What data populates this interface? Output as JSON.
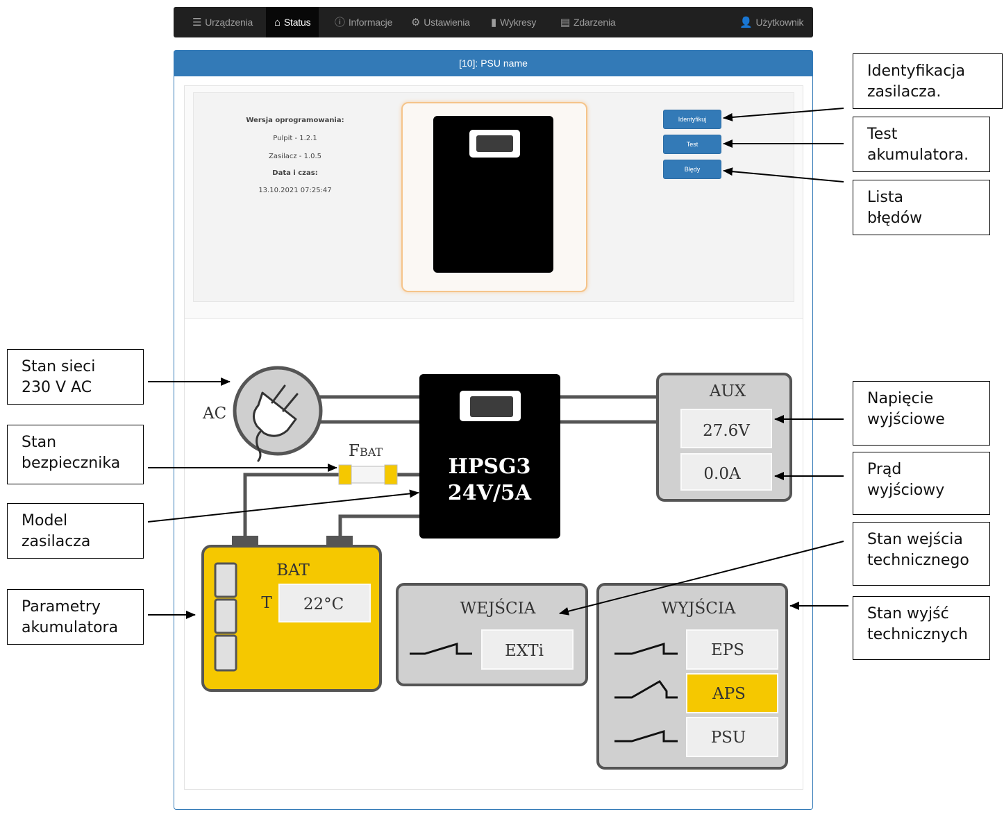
{
  "nav": {
    "items": [
      {
        "label": "Urządzenia",
        "icon": "list-icon"
      },
      {
        "label": "Status",
        "icon": "home-icon"
      },
      {
        "label": "Informacje",
        "icon": "info-icon"
      },
      {
        "label": "Ustawienia",
        "icon": "gear-icon"
      },
      {
        "label": "Wykresy",
        "icon": "bar-chart-icon"
      },
      {
        "label": "Zdarzenia",
        "icon": "document-icon"
      }
    ],
    "active": "Status",
    "user_label": "Użytkownik"
  },
  "panel": {
    "title": "[10]: PSU name",
    "firmware_heading": "Wersja oprogramowania:",
    "panel_version": "Pulpit - 1.2.1",
    "psu_version": "Zasilacz - 1.0.5",
    "datetime_heading": "Data i czas:",
    "datetime": "13.10.2021 07:25:47",
    "buttons": {
      "identify": "Identyfikuj",
      "test": "Test",
      "errors": "Błędy"
    }
  },
  "diagram": {
    "ac_label": "AC",
    "fuse_label_main": "F",
    "fuse_label_sub": "BAT",
    "psu_model_line1": "HPSG3",
    "psu_model_line2": "24V/5A",
    "aux_label": "AUX",
    "aux_voltage": "27.6V",
    "aux_current": "0.0A",
    "bat_label": "BAT",
    "bat_temp_label": "T",
    "bat_temp": "22°C",
    "inputs_label": "WEJŚCIA",
    "input_exti": "EXTi",
    "outputs_label": "WYJŚCIA",
    "output_eps": "EPS",
    "output_aps": "APS",
    "output_psu": "PSU",
    "colors": {
      "battery": "#f5c800",
      "active_output": "#f5c800",
      "panel_blue": "#337ab7"
    }
  },
  "callouts": {
    "identify": "Identyfikacja\nzasilacza.",
    "battery_test": "Test\nakumulatora.",
    "error_list": "Lista\nbłędów",
    "mains": "Stan sieci\n230 V AC",
    "fuse": "Stan\nbezpiecznika",
    "model": "Model\nzasilacza",
    "battery_params": "Parametry\nakumulatora",
    "output_voltage": "Napięcie\nwyjściowe",
    "output_current": "Prąd\nwyjściowy",
    "tech_input": "Stan wejścia\ntechnicznego",
    "tech_outputs": "Stan wyjść\ntechnicznych"
  }
}
